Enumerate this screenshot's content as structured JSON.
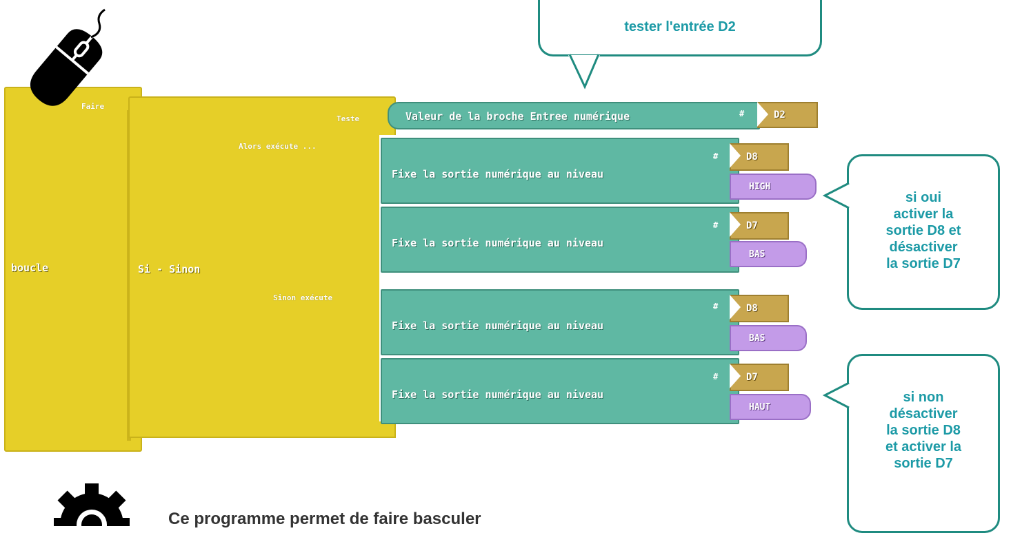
{
  "loop_block": {
    "name": "boucle",
    "slot_label": "Faire"
  },
  "if_block": {
    "name": "Si - Sinon",
    "test_label": "Teste",
    "then_label": "Alors exécute ...",
    "else_label": "Sinon exécute"
  },
  "condition": {
    "label": "Valeur de la broche Entree numérique",
    "hash": "#",
    "pin": "D2"
  },
  "actions": [
    {
      "label": "Fixe la sortie numérique au niveau",
      "hash": "#",
      "pin": "D8",
      "level": "HIGH"
    },
    {
      "label": "Fixe la sortie numérique au niveau",
      "hash": "#",
      "pin": "D7",
      "level": "BAS"
    },
    {
      "label": "Fixe la sortie numérique au niveau",
      "hash": "#",
      "pin": "D8",
      "level": "BAS"
    },
    {
      "label": "Fixe la sortie numérique au niveau",
      "hash": "#",
      "pin": "D7",
      "level": "HAUT"
    }
  ],
  "bubbles": {
    "top": "tester l'entrée D2",
    "yes": [
      "si oui",
      "activer la",
      "sortie D8 et",
      "désactiver",
      "la sortie D7"
    ],
    "no": [
      "si non",
      "désactiver",
      "la sortie D8",
      "et activer la",
      "sortie D7"
    ]
  },
  "footer_text": "Ce programme permet de faire basculer",
  "colors": {
    "block_yellow": "#e6cf28",
    "block_teal": "#5fb8a3",
    "pin_gold": "#c8a64e",
    "level_purple": "#c39be8",
    "bubble_teal": "#1f8b80"
  },
  "icons": [
    "mouse-icon",
    "gear-icon"
  ]
}
